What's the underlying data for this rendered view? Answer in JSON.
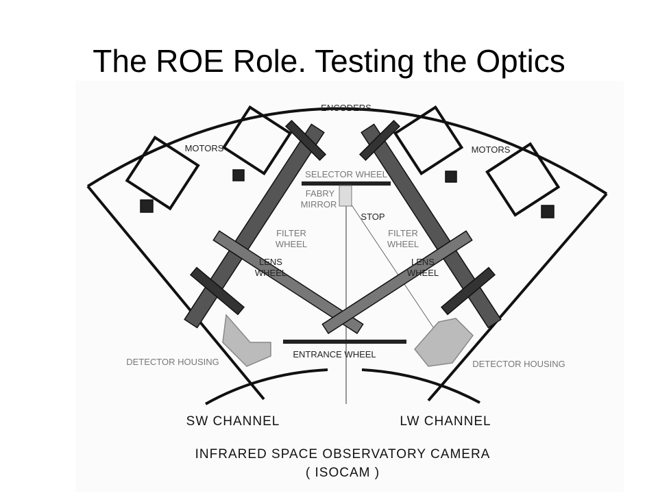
{
  "slide": {
    "title": "The ROE Role. Testing the Optics"
  },
  "diagram": {
    "labels": {
      "encoders": "ENCODERS",
      "motors_left": "MOTORS",
      "motors_right": "MOTORS",
      "selector_wheel": "SELECTOR WHEEL",
      "fabry": "FABRY",
      "mirror": "MIRROR",
      "stop": "STOP",
      "filter_left": "FILTER",
      "wheel_filter_left": "WHEEL",
      "filter_right": "FILTER",
      "wheel_filter_right": "WHEEL",
      "lens_left": "LENS",
      "wheel_lens_left": "WHEEL",
      "lens_right": "LENS",
      "wheel_lens_right": "WHEEL",
      "detector_left": "DETECTOR HOUSING",
      "detector_right": "DETECTOR HOUSING",
      "entrance_wheel": "ENTRANCE WHEEL",
      "sw_channel": "SW CHANNEL",
      "lw_channel": "LW CHANNEL",
      "caption": "INFRARED SPACE OBSERVATORY CAMERA",
      "caption_sub": "( ISOCAM )"
    }
  }
}
